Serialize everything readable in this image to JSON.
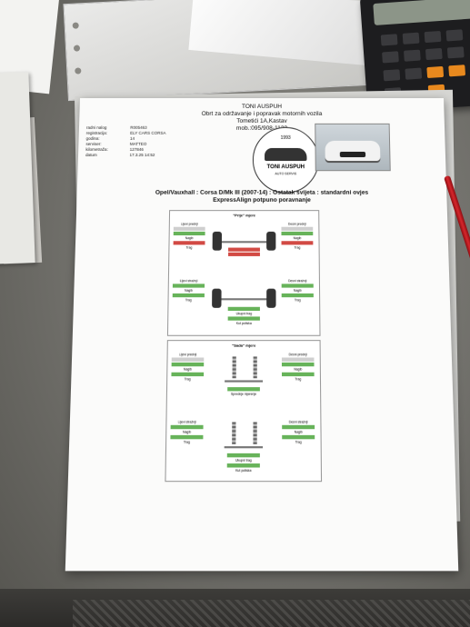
{
  "document": {
    "company": "TONI AUSPUH",
    "tagline": "Obrt za održavanje i popravak motornih vozila",
    "address": "Tometići 1A,Kastav",
    "phone": "mob.:095/908-1123",
    "meta": [
      {
        "key": "radni nalog",
        "value": "R005463"
      },
      {
        "key": "registracija:",
        "value": "ELY CARS CORSA"
      },
      {
        "key": "godina:",
        "value": "14"
      },
      {
        "key": "serviser:",
        "value": "MATTEO"
      },
      {
        "key": "kilometraža:",
        "value": "127846"
      },
      {
        "key": "datum",
        "value": "17.3.25 14:52"
      }
    ],
    "logo": {
      "year": "1993",
      "name": "TONI AUSPUH",
      "sub": "AUTO SERVIS"
    },
    "vehicle_line": "Opel/Vauxhall : Corsa D/Mk III (2007-14) : Ostatak svijeta : standardni ovjes",
    "result_line": "ExpressAlign potpuno poravnanje",
    "panel_before": "\"Prije\" mjere",
    "panel_after": "\"Sada\" mjere",
    "labels": {
      "left_front": "Lijevi prednji",
      "right_front": "Desni prednji",
      "left_rear": "Lijevi stražnji",
      "right_rear": "Desni stražnji",
      "nagib": "Nagib",
      "trag": "Trag",
      "ukupni_trag": "Ukupni trag",
      "kut_potiska": "Kut potiska",
      "sprednja": "Sprednje mjerenje"
    }
  }
}
